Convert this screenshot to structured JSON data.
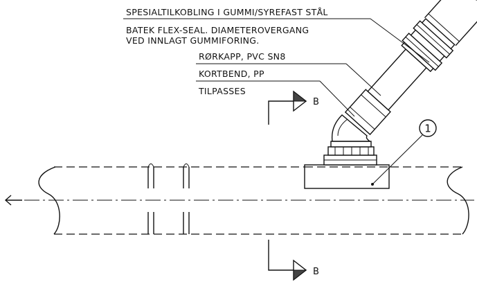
{
  "labels": {
    "special_coupling": "SPESIALTILKOBLING I GUMMI/SYREFAST STÅL",
    "batek_line1": "BATEK FLEX-SEAL.  DIAMETEROVERGANG",
    "batek_line2": "VED INNLAGT GUMMIFORING.",
    "pipe_cut": "RØRKAPP, PVC SN8",
    "short_bend": "KORTBEND, PP",
    "adjust": "TILPASSES"
  },
  "section": {
    "top_label": "B",
    "bottom_label": "B"
  },
  "item_number": "1",
  "flow_arrow": "←"
}
